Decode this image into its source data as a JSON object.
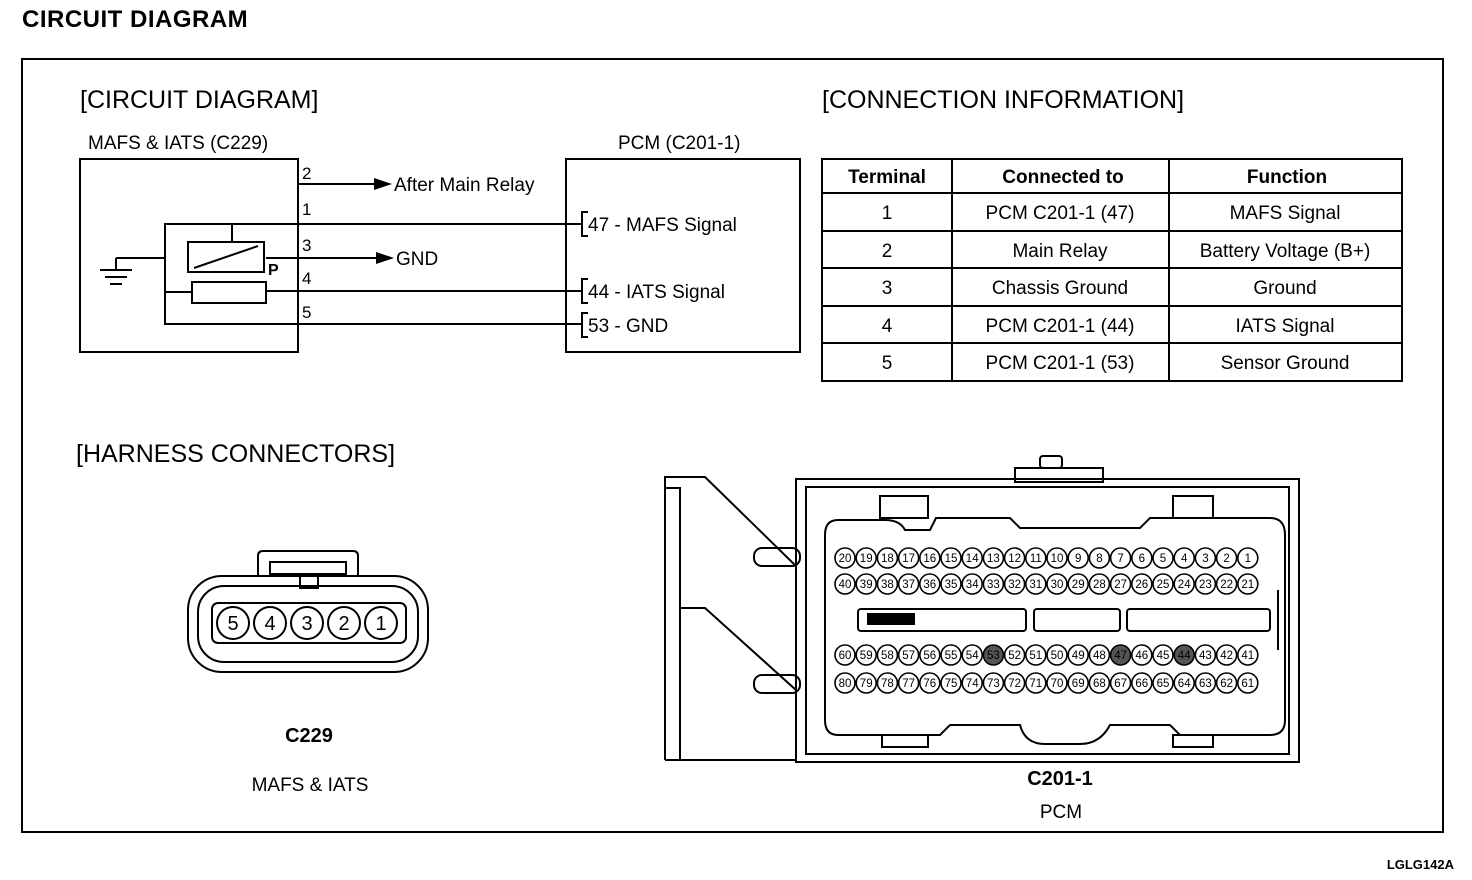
{
  "page_title": "CIRCUIT  DIAGRAM",
  "reference_code": "LGLG142A",
  "circuit": {
    "section_title": "[CIRCUIT DIAGRAM]",
    "mafs_connector_label": "MAFS & IATS (C229)",
    "pcm_connector_label": "PCM (C201-1)",
    "pins": [
      "2",
      "1",
      "3",
      "4",
      "5"
    ],
    "sensor_symbol_label": "P",
    "after_main_relay": "After Main Relay",
    "gnd": "GND",
    "pcm_terminals": [
      "47 - MAFS Signal",
      "44 - IATS Signal",
      "53 - GND"
    ]
  },
  "connection_info": {
    "section_title": "[CONNECTION INFORMATION]",
    "headers": [
      "Terminal",
      "Connected to",
      "Function"
    ],
    "rows": [
      [
        "1",
        "PCM C201-1 (47)",
        "MAFS Signal"
      ],
      [
        "2",
        "Main Relay",
        "Battery Voltage (B+)"
      ],
      [
        "3",
        "Chassis Ground",
        "Ground"
      ],
      [
        "4",
        "PCM C201-1 (44)",
        "IATS Signal"
      ],
      [
        "5",
        "PCM C201-1 (53)",
        "Sensor Ground"
      ]
    ]
  },
  "harness": {
    "section_title": "[HARNESS CONNECTORS]",
    "c229": {
      "cavities": [
        "5",
        "4",
        "3",
        "2",
        "1"
      ],
      "id": "C229",
      "name": "MAFS & IATS"
    },
    "c201": {
      "rows": [
        [
          "20",
          "19",
          "18",
          "17",
          "16",
          "15",
          "14",
          "13",
          "12",
          "11",
          "10",
          "9",
          "8",
          "7",
          "6",
          "5",
          "4",
          "3",
          "2",
          "1"
        ],
        [
          "40",
          "39",
          "38",
          "37",
          "36",
          "35",
          "34",
          "33",
          "32",
          "31",
          "30",
          "29",
          "28",
          "27",
          "26",
          "25",
          "24",
          "23",
          "22",
          "21"
        ],
        [
          "60",
          "59",
          "58",
          "57",
          "56",
          "55",
          "54",
          "53",
          "52",
          "51",
          "50",
          "49",
          "48",
          "47",
          "46",
          "45",
          "44",
          "43",
          "42",
          "41"
        ],
        [
          "80",
          "79",
          "78",
          "77",
          "76",
          "75",
          "74",
          "73",
          "72",
          "71",
          "70",
          "69",
          "68",
          "67",
          "66",
          "65",
          "64",
          "63",
          "62",
          "61"
        ]
      ],
      "filled_cavities": [
        "53",
        "47",
        "44"
      ],
      "id": "C201-1",
      "name": "PCM"
    }
  }
}
